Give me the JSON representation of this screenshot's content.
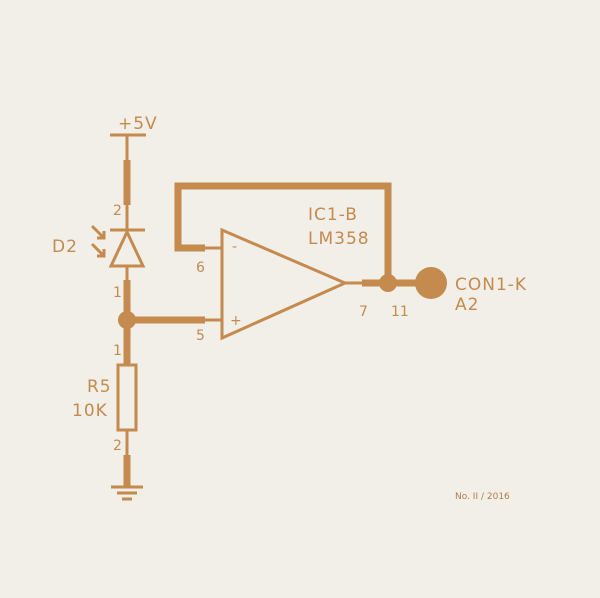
{
  "colors": {
    "paper": "#f1efe7",
    "ink": "#c58a4e"
  },
  "labels": {
    "supply": "+5V",
    "diode": "D2",
    "resistor_ref": "R5",
    "resistor_value": "10K",
    "ic_ref": "IC1-B",
    "ic_part": "LM358",
    "connector_ref": "CON1-K",
    "connector_pin": "A2",
    "footer": "No. II / 2016"
  },
  "pins": {
    "diode_top": "2",
    "diode_bottom": "1",
    "resistor_top": "1",
    "resistor_bottom": "2",
    "opamp_inverting": "6",
    "opamp_noninverting": "5",
    "opamp_output": "7",
    "output_node": "11",
    "minus_sign": "-",
    "plus_sign": "+"
  }
}
